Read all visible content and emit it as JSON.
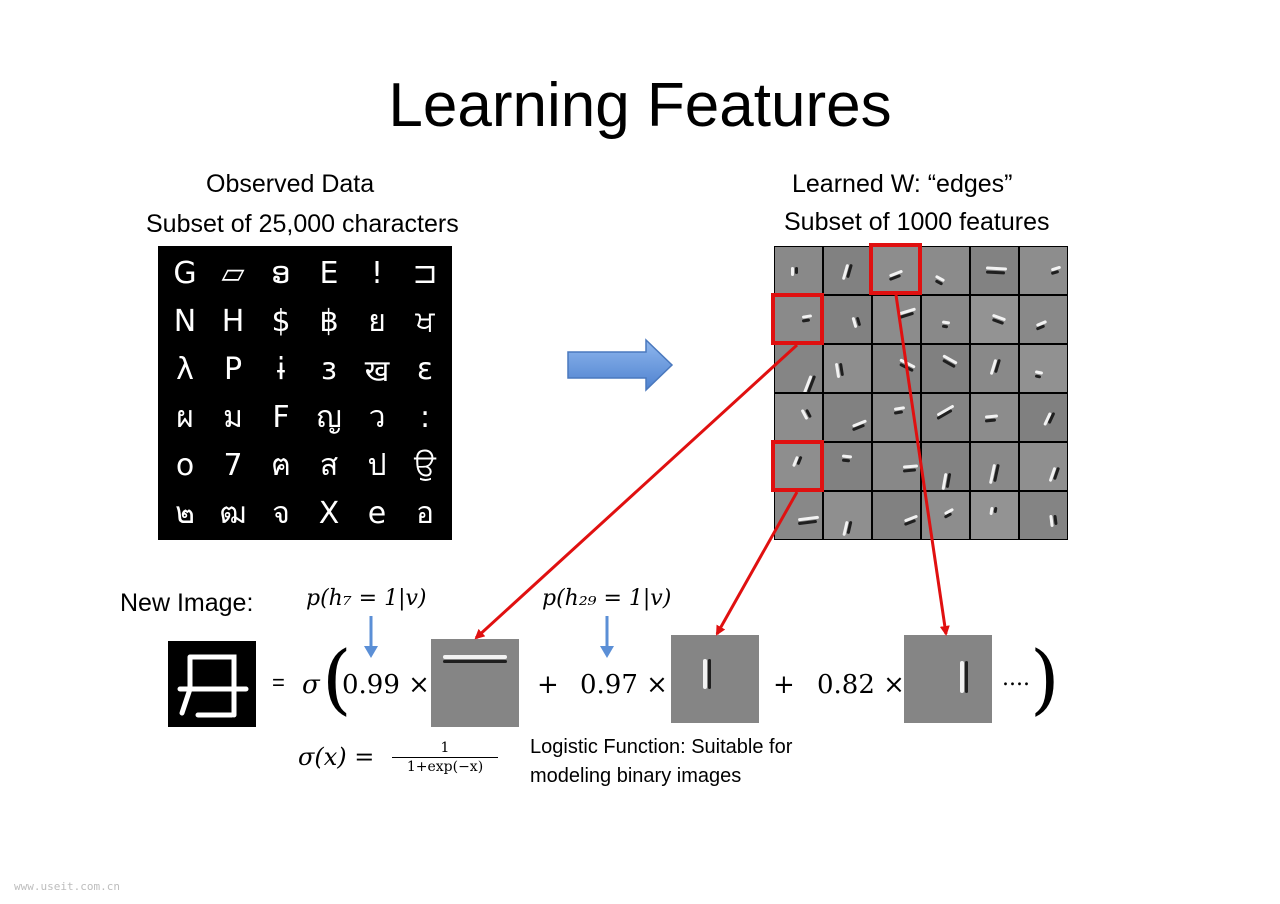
{
  "slide": {
    "title": "Learning Features",
    "left_caption": {
      "line1": "Observed  Data",
      "line2": "Subset of 25,000 characters"
    },
    "right_caption": {
      "line1": "Learned W:  “edges”",
      "line2": "Subset of 1000 features"
    },
    "characters": [
      [
        "G",
        "▱",
        "ອ",
        "E",
        "!",
        "⊐"
      ],
      [
        "N",
        "H",
        "$",
        "฿",
        "ย",
        "ਖ"
      ],
      [
        "λ",
        "P",
        "ɨ",
        "з",
        "ख",
        "ε"
      ],
      [
        "ผ",
        "ม",
        "F",
        "ญ",
        "ว",
        ":"
      ],
      [
        "o",
        "7",
        "ฅ",
        "ส",
        "ป",
        "ਉ"
      ],
      [
        "๒",
        "ฒ",
        "จ",
        "X",
        "e",
        "อ"
      ]
    ],
    "new_image_label": "New Image:",
    "prob_labels": {
      "h7": "p(h₇ = 1|v)",
      "h29": "p(h₂₉ = 1|v)"
    },
    "equation": {
      "equals": "=",
      "sigma": "σ",
      "coef1": "0.99 ×",
      "plus1": "+",
      "coef2": "0.97 ×",
      "plus2": "+",
      "coef3": "0.82 ×",
      "ellipsis": "....",
      "open_paren": "(",
      "close_paren": ")"
    },
    "sigma_def": {
      "lhs": "σ(x) =",
      "numerator": "1",
      "denominator": "1+exp(−x)"
    },
    "logistic_note": {
      "line1": "Logistic Function: Suitable for",
      "line2": "modeling binary images"
    },
    "watermark": "www.useit.com.cn",
    "colors": {
      "arrow_blue": "#5b8fd6",
      "highlight_red": "#e01010",
      "feature_gray": "#8c8c8c"
    },
    "icons": {
      "big_arrow": "right-arrow-icon",
      "prob_arrow": "down-arrow-icon"
    }
  }
}
